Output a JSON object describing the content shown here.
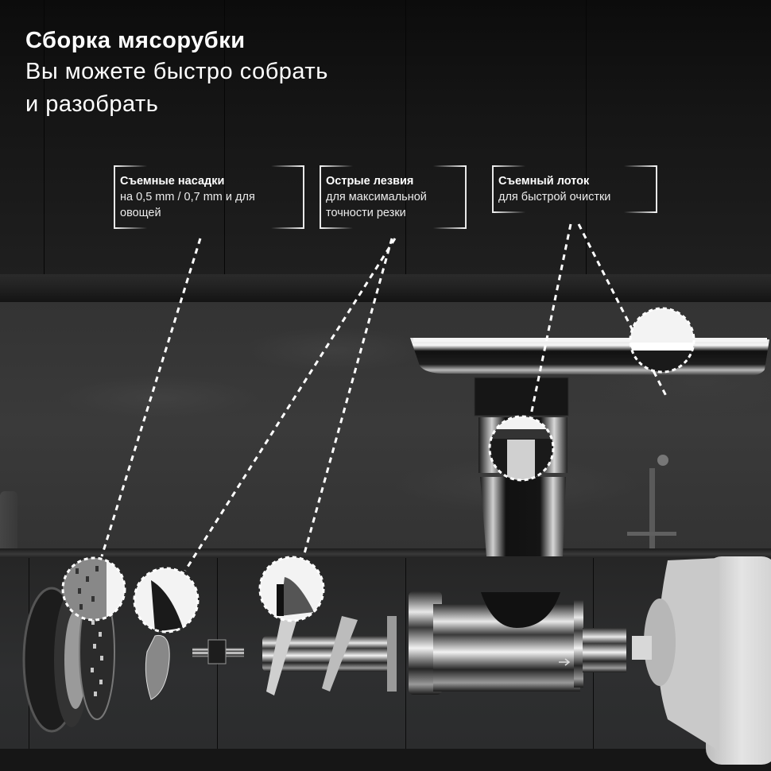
{
  "headline": {
    "title": "Сборка мясорубки",
    "subtitle_line1": "Вы можете быстро собрать",
    "subtitle_line2": "и разобрать"
  },
  "callouts": [
    {
      "title": "Съемные насадки",
      "body_line1": "на 0,5 mm / 0,7 mm и для",
      "body_line2": "овощей"
    },
    {
      "title": "Острые лезвия",
      "body_line1": "для максимальной",
      "body_line2": "точности резки"
    },
    {
      "title": "Съемный лоток",
      "body_line1": "для быстрой очистки"
    }
  ],
  "illustration": {
    "subject": "meat-grinder-attachment-exploded-view",
    "parts": [
      "grinder-ring",
      "grinding-plates",
      "cross-blade",
      "connector-pin",
      "auger-screw",
      "grinder-body",
      "feeding-tray",
      "motor-unit"
    ],
    "detail_bubbles": [
      "grinding-plate-detail",
      "blade-detail",
      "auger-blade-detail",
      "feed-tube-detail",
      "tray-edge-detail"
    ],
    "colors": {
      "background": "#1a1a1a",
      "backsplash": "#363636",
      "text": "#ffffff",
      "dashed_line": "#ffffff",
      "motor": "#d8d8d8",
      "steel": "#9a9a9a"
    }
  }
}
